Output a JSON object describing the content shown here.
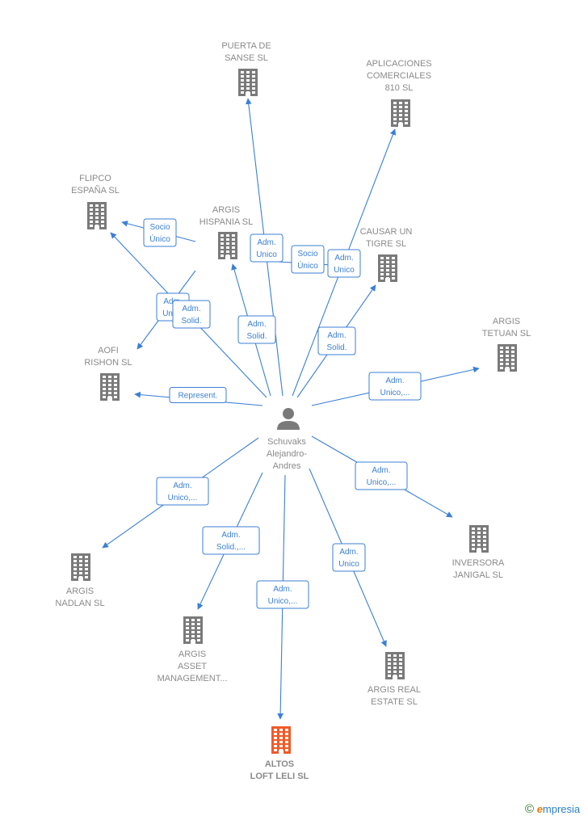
{
  "person": {
    "name_lines": [
      "Schuvaks",
      "Alejandro-",
      "Andres"
    ]
  },
  "nodes": [
    {
      "id": "puerta",
      "lines": [
        "PUERTA DE",
        "SANSE  SL"
      ],
      "highlight": false
    },
    {
      "id": "aplicaciones",
      "lines": [
        "APLICACIONES",
        "COMERCIALES",
        "810  SL"
      ],
      "highlight": false
    },
    {
      "id": "flipco",
      "lines": [
        "FLIPCO",
        "ESPAÑA  SL"
      ],
      "highlight": false
    },
    {
      "id": "argis_hispania",
      "lines": [
        "ARGIS",
        "HISPANIA  SL"
      ],
      "highlight": false
    },
    {
      "id": "causar",
      "lines": [
        "CAUSAR UN",
        "TIGRE  SL"
      ],
      "highlight": false
    },
    {
      "id": "argis_tetuan",
      "lines": [
        "ARGIS",
        "TETUAN  SL"
      ],
      "highlight": false
    },
    {
      "id": "aofi",
      "lines": [
        "AOFI",
        "RISHON  SL"
      ],
      "highlight": false
    },
    {
      "id": "inversora",
      "lines": [
        "INVERSORA",
        "JANIGAL  SL"
      ],
      "highlight": false
    },
    {
      "id": "argis_nadlan",
      "lines": [
        "ARGIS",
        "NADLAN  SL"
      ],
      "highlight": false
    },
    {
      "id": "argis_asset",
      "lines": [
        "ARGIS",
        "ASSET",
        "MANAGEMENT..."
      ],
      "highlight": false
    },
    {
      "id": "argis_real",
      "lines": [
        "ARGIS REAL",
        "ESTATE  SL"
      ],
      "highlight": false
    },
    {
      "id": "altos",
      "lines": [
        "ALTOS",
        "LOFT LELI  SL"
      ],
      "highlight": true
    }
  ],
  "edges": [
    {
      "id": "e_puerta",
      "label": [
        "Adm.",
        "Unico"
      ]
    },
    {
      "id": "e_aplic_socio",
      "label": [
        "Socio",
        "Único"
      ]
    },
    {
      "id": "e_aplic_adm",
      "label": [
        "Adm.",
        "Unico"
      ]
    },
    {
      "id": "e_flipco_socio",
      "label": [
        "Socio",
        "Único"
      ]
    },
    {
      "id": "e_flipco_adm",
      "label": [
        "Adm.",
        "Unico"
      ]
    },
    {
      "id": "e_hispania",
      "label": [
        "Adm.",
        "Solid."
      ]
    },
    {
      "id": "e_aofi_solid",
      "label": [
        "Adm.",
        "Solid."
      ]
    },
    {
      "id": "e_causar",
      "label": [
        "Adm.",
        "Solid."
      ]
    },
    {
      "id": "e_tetuan",
      "label": [
        "Adm.",
        "Unico,..."
      ]
    },
    {
      "id": "e_aofi_rep",
      "label": [
        "Represent."
      ]
    },
    {
      "id": "e_inversora",
      "label": [
        "Adm.",
        "Unico,..."
      ]
    },
    {
      "id": "e_nadlan",
      "label": [
        "Adm.",
        "Unico,..."
      ]
    },
    {
      "id": "e_asset",
      "label": [
        "Adm.",
        "Solid.,..."
      ]
    },
    {
      "id": "e_altos",
      "label": [
        "Adm.",
        "Unico,..."
      ]
    },
    {
      "id": "e_real",
      "label": [
        "Adm.",
        "Unico"
      ]
    }
  ],
  "footer": {
    "copyright_symbol": "©",
    "brand_first": "e",
    "brand_rest": "mpresia"
  },
  "colors": {
    "edge": "#3b7fd6",
    "building": "#7a7a7a",
    "highlight": "#f05a28",
    "label": "#8a8a8a"
  }
}
